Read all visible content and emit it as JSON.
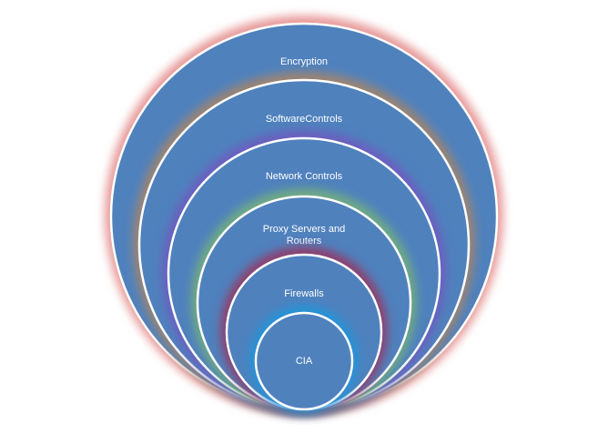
{
  "diagram": {
    "type": "nested-circles",
    "fill_color": "#4f81bd",
    "stroke_color": "#ffffff",
    "layers": [
      {
        "label_lines": [
          "Encryption"
        ],
        "glow_color": "#e89a9a"
      },
      {
        "label_lines": [
          "SoftwareControls"
        ],
        "glow_color": "#9c8472"
      },
      {
        "label_lines": [
          "Network Controls"
        ],
        "glow_color": "#6a5fbf"
      },
      {
        "label_lines": [
          "Proxy Servers and",
          "Routers"
        ],
        "glow_color": "#6faa84"
      },
      {
        "label_lines": [
          "Firewalls"
        ],
        "glow_color": "#8e3f6e"
      },
      {
        "label_lines": [
          "CIA"
        ],
        "glow_color": "#2793d6"
      }
    ]
  }
}
